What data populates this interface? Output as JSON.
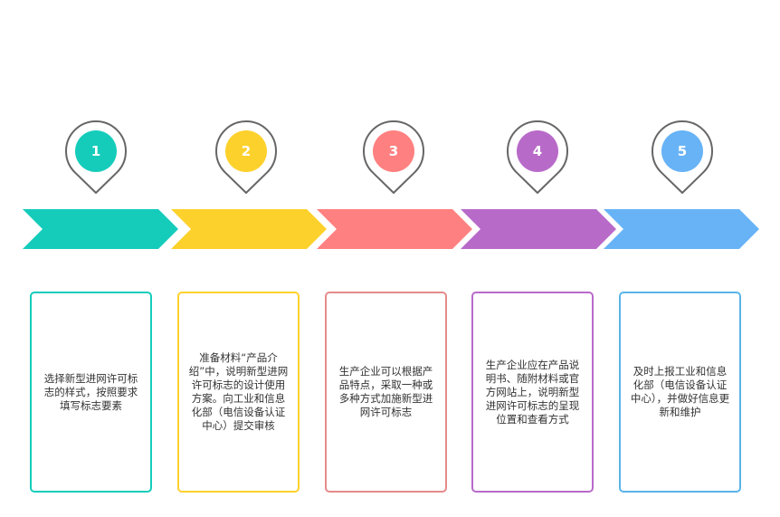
{
  "steps": [
    {
      "number": "1",
      "color": "#15ccbb",
      "text": "选择新型进网许可标志的样式，按照要求填写标志要素"
    },
    {
      "number": "2",
      "color": "#fdd12c",
      "text": "准备材料“产品介绍”中，说明新型进网许可标志的设计使用方案。向工业和信息化部（电信设备认证中心）提交审核"
    },
    {
      "number": "3",
      "color": "#ff8080",
      "text": "生产企业可以根据产品特点，采取一种或多种方式加施新型进网许可标志"
    },
    {
      "number": "4",
      "color": "#b86ac9",
      "text": "生产企业应在产品说明书、随附材料或官方网站上，说明新型进网许可标志的呈现位置和查看方式"
    },
    {
      "number": "5",
      "color": "#67b3f6",
      "text": "及时上报工业和信息化部（电信设备认证中心），并做好信息更新和维护"
    }
  ],
  "colors": {
    "pin_outline": "#666666",
    "card_text": "#333333",
    "card_border_step3": "#e58b8b",
    "card_border_step5": "#5ab4e8"
  }
}
